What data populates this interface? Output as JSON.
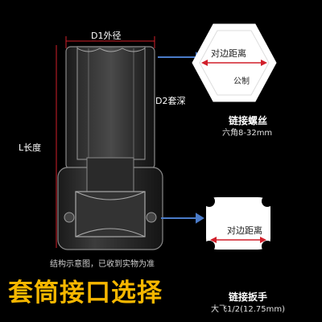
{
  "labels": {
    "d1": "D1外径",
    "d2": "D2套深",
    "length": "L长度",
    "note": "结构示意图，已收到实物为准",
    "hex_distance": "对边距离",
    "metric": "公制",
    "square_distance": "对边距离"
  },
  "captions": {
    "thread_title": "链接螺丝",
    "thread_sub": "六角8-32mm",
    "wrench_title": "链接扳手",
    "wrench_sub": "大飞1/2(12.75mm)"
  },
  "headline": "套筒接口选择",
  "colors": {
    "background": "#000000",
    "accent": "#f6b700",
    "guide": "#d11f2a",
    "arrow": "#4a7bc9"
  }
}
